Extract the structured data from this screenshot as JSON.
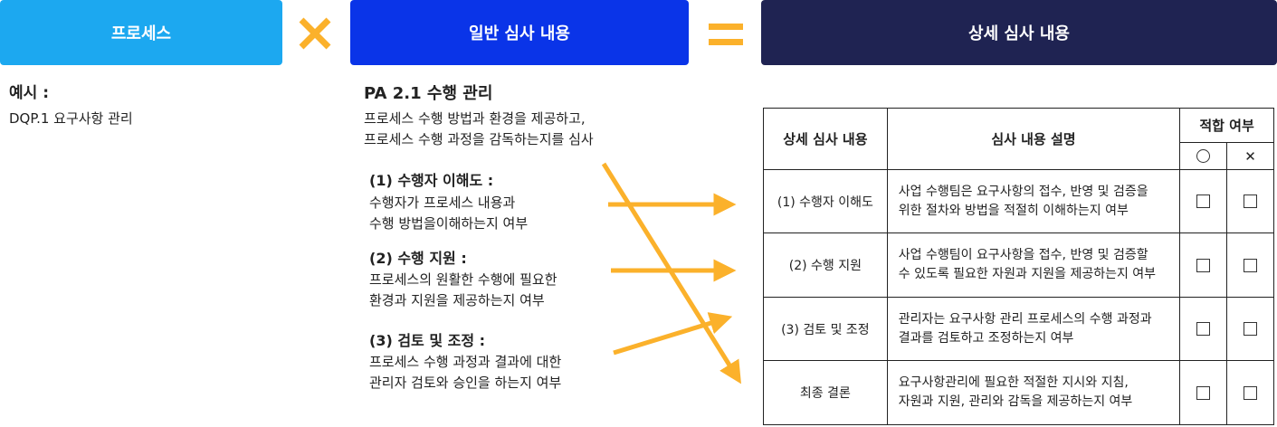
{
  "header": {
    "left": "프로세스",
    "middle": "일반 심사 내용",
    "right": "상세 심사 내용"
  },
  "example": {
    "label": "예시 :",
    "text": "DQP.1 요구사항 관리"
  },
  "pa": {
    "title": "PA 2.1 수행 관리",
    "desc1": "프로세스 수행 방법과 환경을 제공하고,",
    "desc2": "프로세스 수행 과정을 감독하는지를 심사",
    "items": [
      {
        "heading": "(1) 수행자 이해도 :",
        "line1": "수행자가 프로세스 내용과",
        "line2": "수행 방법을이해하는지 여부"
      },
      {
        "heading": "(2) 수행 지원 :",
        "line1": "프로세스의 원활한 수행에 필요한",
        "line2": "환경과 지원을 제공하는지 여부"
      },
      {
        "heading": "(3) 검토 및 조정 :",
        "line1": "프로세스 수행 과정과 결과에 대한",
        "line2": "관리자 검토와 승인을 하는지 여부"
      }
    ]
  },
  "table": {
    "col1": "상세 심사 내용",
    "col2": "심사 내용 설명",
    "col3": "적합 여부",
    "yes": "○",
    "no": "✕",
    "rows": [
      {
        "name": "(1) 수행자 이해도",
        "desc1": "사업 수행팀은 요구사항의 접수, 반영 및 검증을",
        "desc2": "위한 절차와 방법을 적절히 이해하는지 여부"
      },
      {
        "name": "(2) 수행 지원",
        "desc1": "사업 수행팀이 요구사항을 접수, 반영 및 검증할",
        "desc2": "수 있도록 필요한 자원과 지원을 제공하는지 여부"
      },
      {
        "name": "(3) 검토 및 조정",
        "desc1": "관리자는 요구사항 관리 프로세스의 수행 과정과",
        "desc2": "결과를 검토하고 조정하는지 여부"
      },
      {
        "name": "최종 결론",
        "desc1": "요구사항관리에 필요한 적절한 지시와 지침,",
        "desc2": "자원과 지원, 관리와 감독을 제공하는지 여부"
      }
    ]
  },
  "colors": {
    "left_header": "#1ca8f0",
    "middle_header": "#0a34e8",
    "right_header": "#1f2352",
    "arrow": "#fbb12b"
  }
}
